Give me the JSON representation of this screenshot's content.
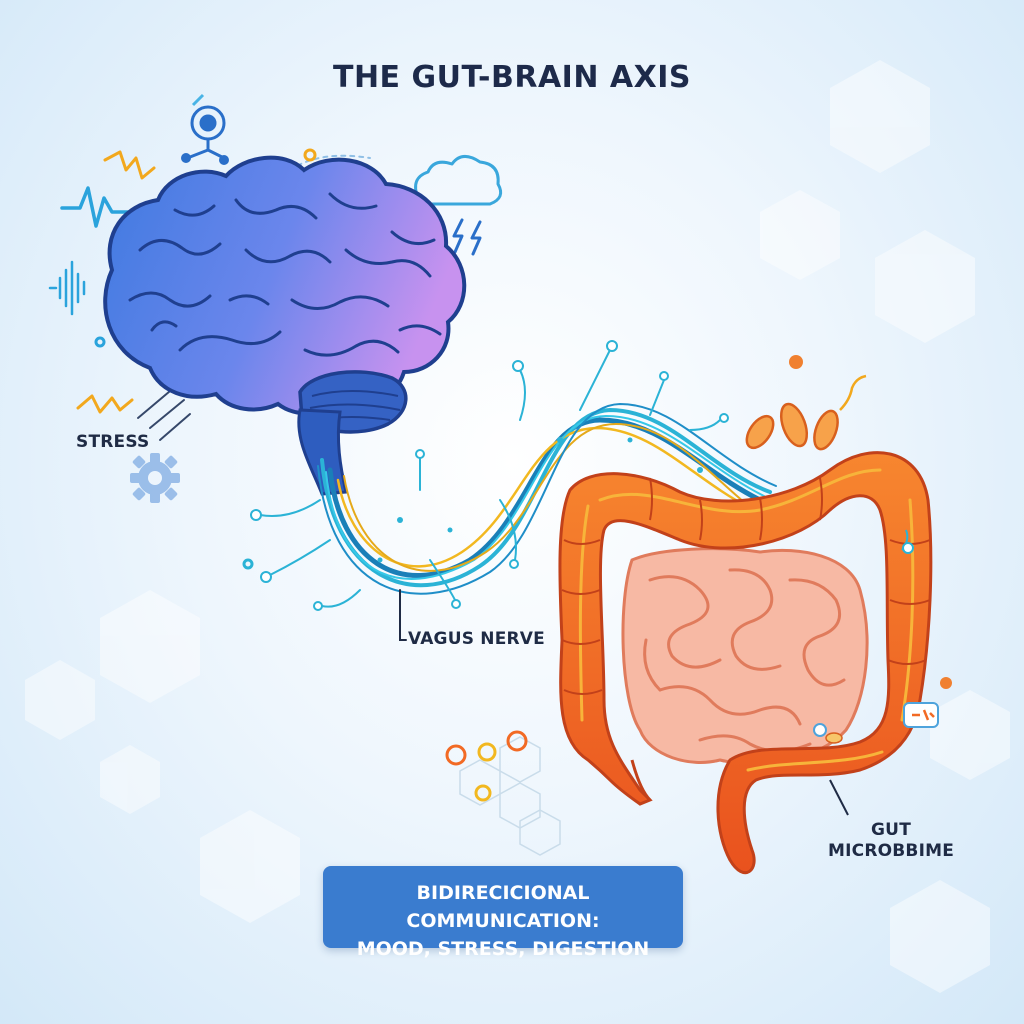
{
  "title": "THE GUT-BRAIN AXIS",
  "labels": {
    "stress": "STRESS",
    "vagus_nerve": "VAGUS NERVE",
    "gut_microbiome_line1": "GUT",
    "gut_microbiome_line2": "MICROBBIME"
  },
  "callout": {
    "line1": "BIDIRECICIONAL COMMUNICATION:",
    "line2": "MOOD, STRESS, DIGESTION"
  },
  "colors": {
    "background": "#e8f3fc",
    "title": "#1d2a4a",
    "brain_blue": "#4a7fe0",
    "brain_purple": "#b48ef0",
    "nerve_teal": "#2bb3d6",
    "nerve_yellow": "#f2b820",
    "colon_orange": "#f26a24",
    "small_intestine": "#f7b3a0",
    "callout": "#3a7ccf"
  },
  "icons": [
    "brain-icon",
    "vagus-nerve-icon",
    "colon-icon",
    "small-intestine-icon",
    "cloud-lightning-icon",
    "gear-icon",
    "heartbeat-wave-icon",
    "bacteria-icon",
    "neuron-icon"
  ]
}
